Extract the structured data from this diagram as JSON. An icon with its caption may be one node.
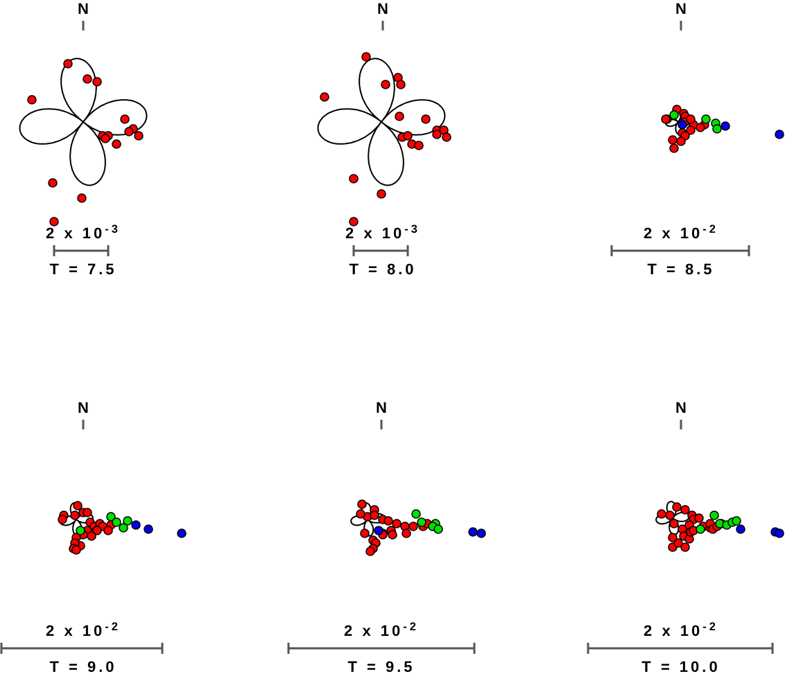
{
  "diagram": {
    "labels": [
      "N",
      "2 x 10$^{-3}$",
      "T = 7.5",
      "N",
      "2 x 10$^{-3}$",
      "T = 8.0",
      "N",
      "2 x 10$^{-2}$",
      "T = 8.5",
      "N",
      "2 x 10$^{-2}$",
      "T = 9.0",
      "N",
      "2 x 10$^{-2}$",
      "T = 9.5",
      "N",
      "2 x 10$^{-2}$",
      "T = 10.0"
    ]
  }
}
